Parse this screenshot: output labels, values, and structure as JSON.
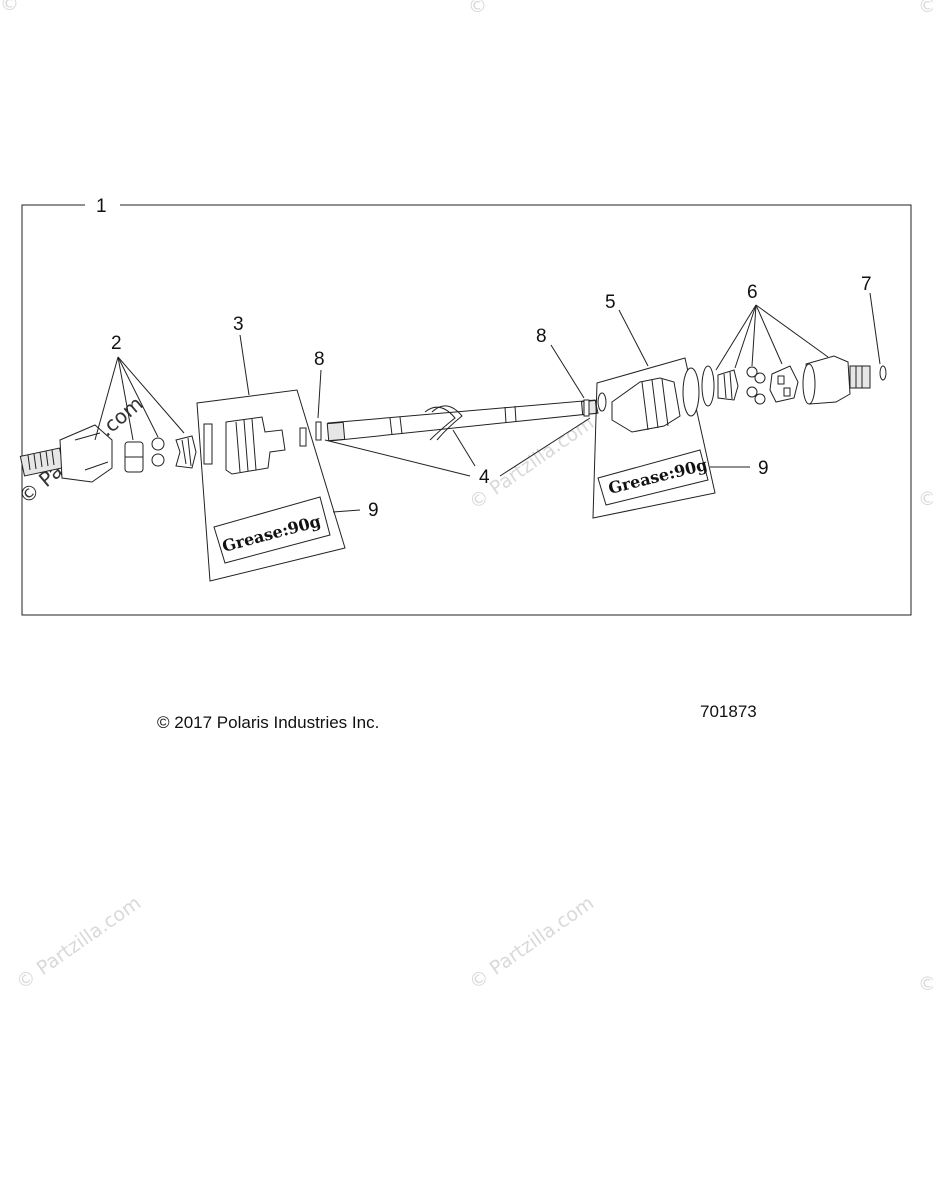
{
  "diagram": {
    "callouts": {
      "c1": "1",
      "c2": "2",
      "c3": "3",
      "c4": "4",
      "c5": "5",
      "c6": "6",
      "c7": "7",
      "c8a": "8",
      "c8b": "8",
      "c9a": "9",
      "c9b": "9"
    },
    "grease_left": "Grease:90g",
    "grease_right": "Grease:90g"
  },
  "footer": {
    "copyright": "© 2017 Polaris Industries Inc.",
    "diagram_number": "701873"
  },
  "watermark": {
    "text": "© Partzilla.com",
    "edge_symbol": "©"
  }
}
